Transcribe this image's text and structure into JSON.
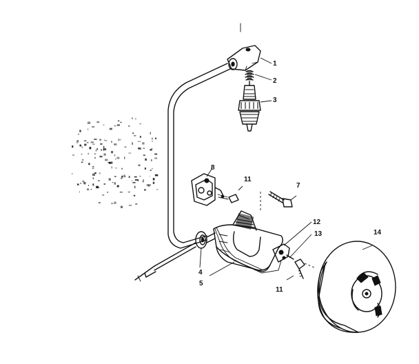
{
  "callouts": [
    {
      "id": "1",
      "label": "1"
    },
    {
      "id": "2",
      "label": "2"
    },
    {
      "id": "3",
      "label": "3"
    },
    {
      "id": "4",
      "label": "4"
    },
    {
      "id": "5",
      "label": "5"
    },
    {
      "id": "7",
      "label": "7"
    },
    {
      "id": "8",
      "label": "8"
    },
    {
      "id": "11a",
      "label": "11"
    },
    {
      "id": "11b",
      "label": "11"
    },
    {
      "id": "12",
      "label": "12"
    },
    {
      "id": "13",
      "label": "13"
    },
    {
      "id": "14",
      "label": "14"
    }
  ],
  "colors": {
    "ink": "#111111",
    "paper": "#ffffff"
  }
}
